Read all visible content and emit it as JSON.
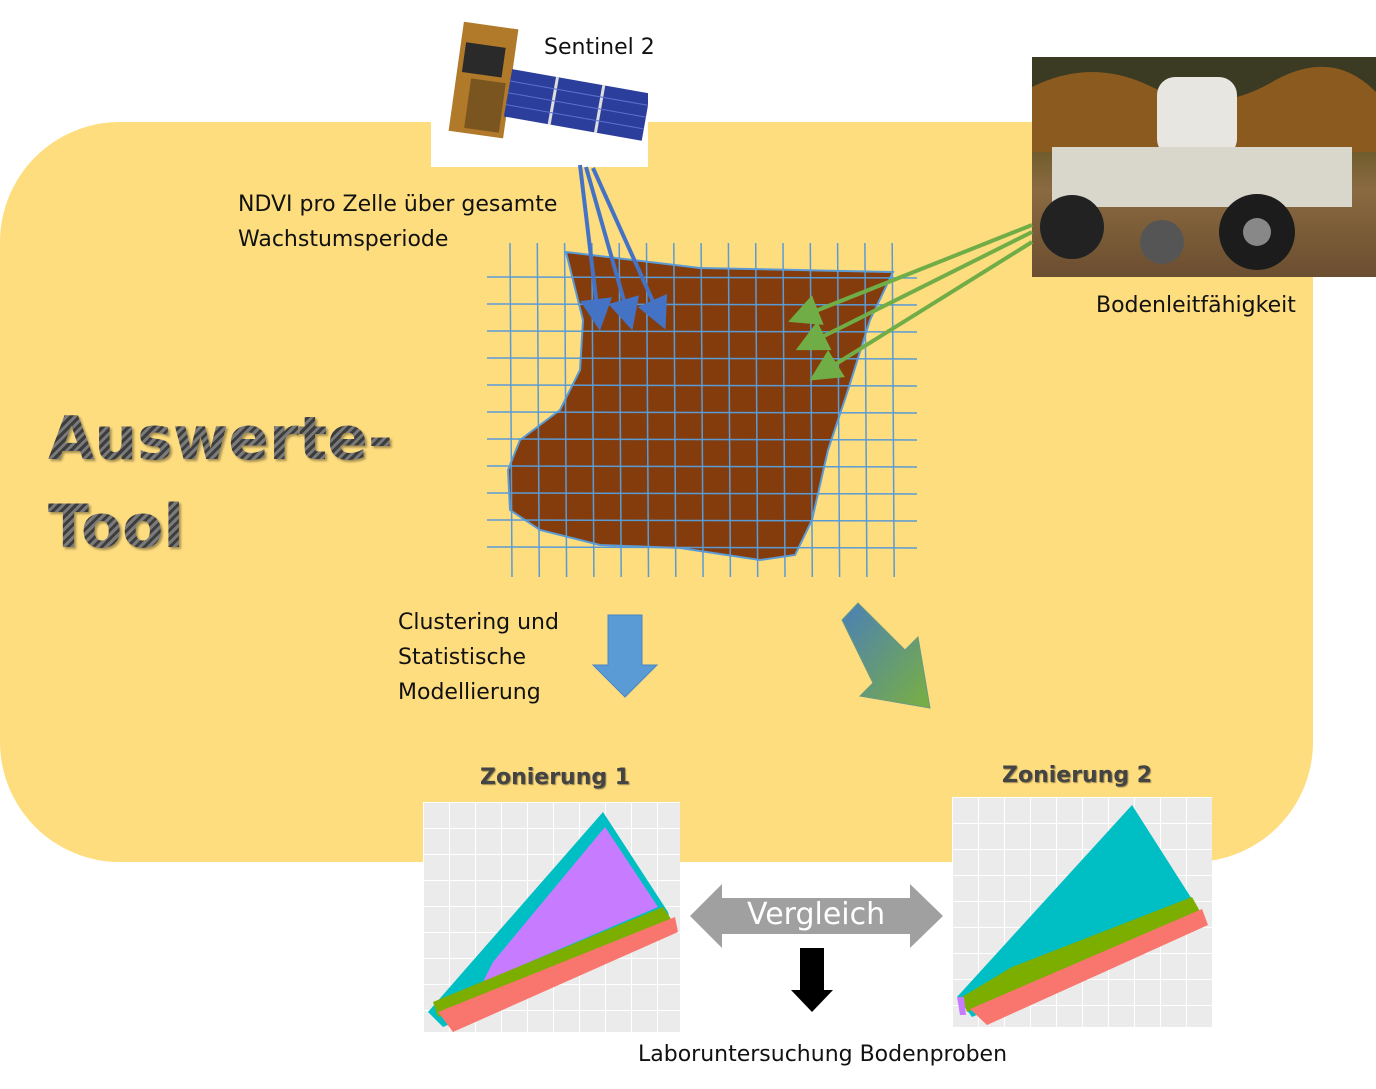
{
  "title": {
    "line1": "Auswerte-",
    "line2": "Tool"
  },
  "sources": {
    "satellite": {
      "label": "Sentinel 2",
      "icon": "satellite-icon"
    },
    "satellite_caption": {
      "line1": "NDVI pro Zelle über gesamte",
      "line2": "Wachstumsperiode"
    },
    "sensor": {
      "label": "Bodenleitfähigkeit",
      "icon": "soil-sensor-vehicle-photo"
    }
  },
  "process": {
    "line1": "Clustering und",
    "line2": "Statistische",
    "line3": "Modellierung"
  },
  "zones": [
    {
      "title": "Zonierung 1"
    },
    {
      "title": "Zonierung 2"
    }
  ],
  "compare_label": "Vergleich",
  "result_label": "Laboruntersuchung Bodenproben",
  "colors": {
    "background": "#FEDD7F",
    "field": "#843C0C",
    "grid": "#5B9BD5",
    "green_arrow": "#70AD47",
    "zone_cyan": "#00BFC4",
    "zone_purple": "#C77CFF",
    "zone_green": "#7CAE00",
    "zone_red": "#F8766D"
  }
}
